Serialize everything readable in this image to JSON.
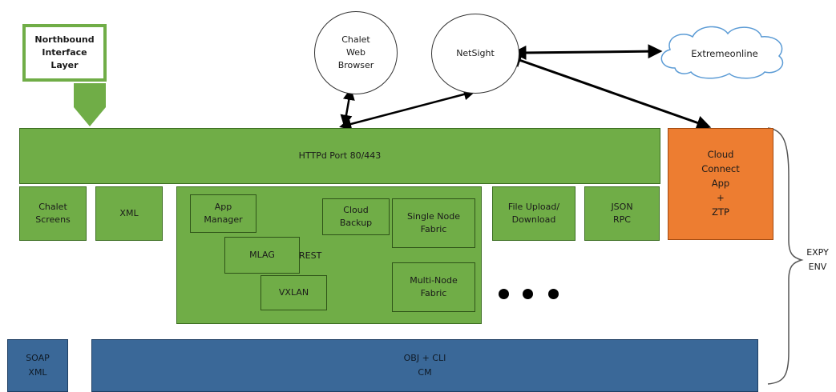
{
  "northbound": {
    "label": "Northbound\nInterface\nLayer"
  },
  "circles": {
    "chalet_browser": "Chalet\nWeb\nBrowser",
    "netsight": "NetSight"
  },
  "cloud": {
    "label": "Extremeonline"
  },
  "httpd": {
    "label": "HTTPd Port 80/443"
  },
  "cloud_connect": {
    "label": "Cloud\nConnect\nApp\n+\nZTP"
  },
  "modules": {
    "chalet_screens": "Chalet\nScreens",
    "xml": "XML",
    "file_upload": "File Upload/\nDownload",
    "json_rpc": "JSON\nRPC"
  },
  "rest": {
    "label": "REST",
    "app_manager": "App\nManager",
    "mlag": "MLAG",
    "vxlan": "VXLAN",
    "cloud_backup": "Cloud\nBackup",
    "single_node": "Single Node\nFabric",
    "multi_node": "Multi-Node\nFabric"
  },
  "bottom": {
    "soap": "SOAP\nXML",
    "obj_cli": "OBJ + CLI\nCM"
  },
  "expy": {
    "label": "EXPY\nENV"
  },
  "colors": {
    "green": "#70ad47",
    "blue": "#3a6898",
    "orange": "#ed7d31",
    "cloud_stroke": "#5b9bd5"
  }
}
